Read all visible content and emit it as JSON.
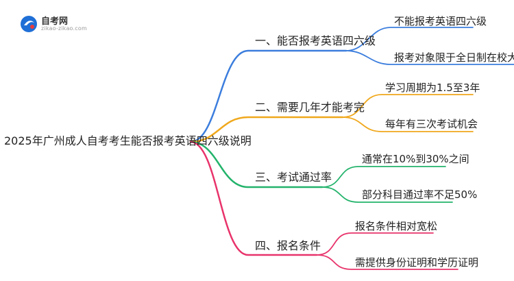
{
  "logo": {
    "name": "自考网",
    "url": "zikao-zikao.com"
  },
  "root": {
    "label": "2025年广州成人自考考生能否报考英语四六级说明"
  },
  "branches": [
    {
      "label": "一、能否报考英语四六级",
      "color": "#3b7ddd",
      "leaves": [
        "不能报考英语四六级",
        "报考对象限于全日制在校大学生"
      ]
    },
    {
      "label": "二、需要几年才能考完",
      "color": "#f0a81c",
      "leaves": [
        "学习周期为1.5至3年",
        "每年有三次考试机会"
      ]
    },
    {
      "label": "三、考试通过率",
      "color": "#23b36b",
      "leaves": [
        "通常在10%到30%之间",
        "部分科目通过率不足50%"
      ]
    },
    {
      "label": "四、报名条件",
      "color": "#e8336b",
      "leaves": [
        "报名条件相对宽松",
        "需提供身份证明和学历证明"
      ]
    }
  ]
}
